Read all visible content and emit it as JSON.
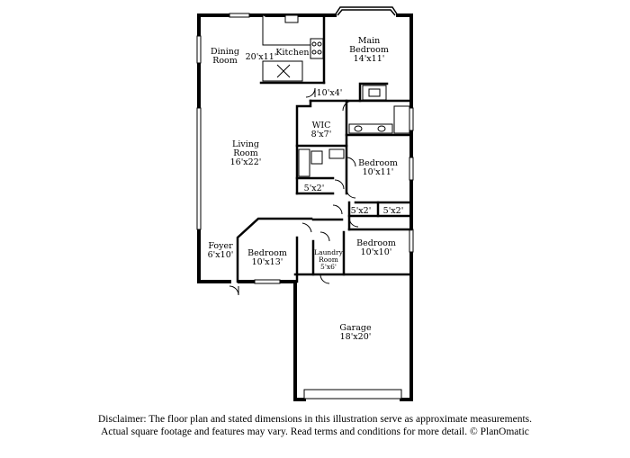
{
  "rooms": {
    "dining": {
      "name_line1": "Dining",
      "name_line2": "Room"
    },
    "kitchen": {
      "name": "Kitchen",
      "dim": "20'x11'"
    },
    "main_bedroom": {
      "name_line1": "Main",
      "name_line2": "Bedroom",
      "dim": "14'x11'"
    },
    "hall": {
      "dim": "10'x4'"
    },
    "wic": {
      "name": "WIC",
      "dim": "8'x7'"
    },
    "living": {
      "name_line1": "Living",
      "name_line2": "Room",
      "dim": "16'x22'"
    },
    "bedroom_2": {
      "name": "Bedroom",
      "dim": "10'x11'"
    },
    "closet_a": {
      "dim": "5'x2'"
    },
    "closet_b": {
      "dim": "5'x2'"
    },
    "closet_c": {
      "dim": "5'x2'"
    },
    "foyer": {
      "name": "Foyer",
      "dim": "6'x10'"
    },
    "bedroom_3": {
      "name": "Bedroom",
      "dim": "10'x13'"
    },
    "laundry": {
      "name_line1": "Laundry",
      "name_line2": "Room",
      "dim": "5'x6'"
    },
    "bedroom_4": {
      "name": "Bedroom",
      "dim": "10'x10'"
    },
    "garage": {
      "name": "Garage",
      "dim": "18'x20'"
    }
  },
  "disclaimer": {
    "line1": "Disclaimer: The floor plan and stated dimensions in this illustration serve as approximate measurements.",
    "line2": "Actual square footage and features may vary. Read terms and conditions for more detail. © PlanOmatic"
  }
}
